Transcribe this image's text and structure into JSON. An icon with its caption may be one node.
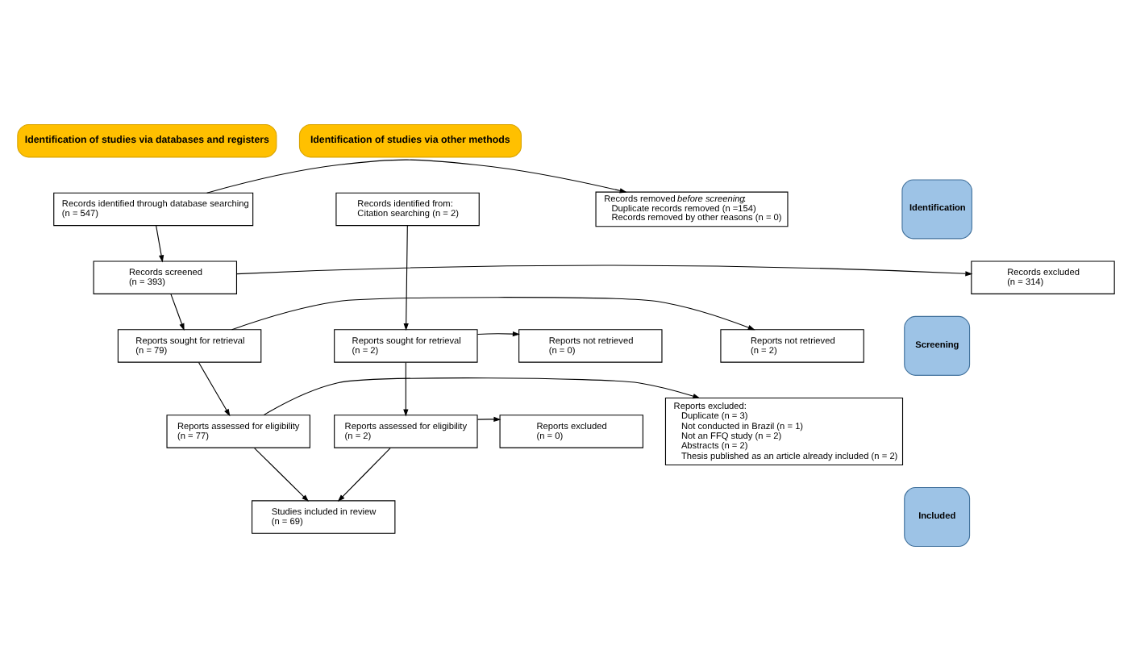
{
  "diagram": {
    "nodes": [
      {
        "text": [
          "Identification of studies via databases and registers"
        ]
      },
      {
        "text": [
          "Identification of studies via other methods"
        ]
      },
      {
        "text": [
          "Identification"
        ]
      },
      {
        "text": [
          "Records identified through database searching",
          "(n = 547)"
        ]
      },
      {
        "text": [
          "Records removed *before screening*:",
          "Duplicate records removed (n =154)",
          "Records removed by other reasons (n = 0)"
        ]
      },
      {
        "text": [
          "Records identified from:",
          "Citation searching (n = 2)"
        ]
      },
      {
        "text": [
          "Screening"
        ]
      },
      {
        "text": [
          "Records screened",
          "(n = 393)"
        ]
      },
      {
        "text": [
          "Records excluded",
          "(n = 314)"
        ]
      },
      {
        "text": [
          "Reports sought for retrieval",
          "(n = 79)"
        ]
      },
      {
        "text": [
          "Reports not retrieved",
          "(n = 2)"
        ]
      },
      {
        "text": [
          "Reports sought for retrieval",
          "(n = 2)"
        ]
      },
      {
        "text": [
          "Reports not retrieved",
          "(n = 0)"
        ]
      },
      {
        "text": [
          "Reports assessed for eligibility",
          "(n = 77)"
        ]
      },
      {
        "text": [
          "Reports excluded:",
          "Duplicate (n = 3)",
          "Not conducted in Brazil (n = 1)",
          "Not an FFQ study (n = 2)",
          "Abstracts (n = 2)",
          "Thesis published as an article already included (n = 2)"
        ]
      },
      {
        "text": [
          "Reports assessed for eligibility",
          "(n = 2)"
        ]
      },
      {
        "text": [
          "Reports excluded",
          "(n = 0)"
        ]
      },
      {
        "text": [
          "Included"
        ]
      },
      {
        "text": [
          "Studies included in review",
          "(n = 69)"
        ]
      }
    ],
    "edges": [
      {
        "from": 3,
        "to": 4,
        "arrow": "to"
      },
      {
        "from": 3,
        "to": 7,
        "arrow": "to"
      },
      {
        "from": 7,
        "to": 8,
        "arrow": "to"
      },
      {
        "from": 7,
        "to": 9,
        "arrow": "to"
      },
      {
        "from": 9,
        "to": 10,
        "arrow": "to"
      },
      {
        "from": 9,
        "to": 13,
        "arrow": "to"
      },
      {
        "from": 13,
        "to": 14,
        "arrow": "to"
      },
      {
        "from": 13,
        "to": 18,
        "arrow": "to"
      },
      {
        "from": 5,
        "to": 11,
        "arrow": "to"
      },
      {
        "from": 11,
        "to": 12,
        "arrow": "to"
      },
      {
        "from": 11,
        "to": 15,
        "arrow": "to"
      },
      {
        "from": 15,
        "to": 16,
        "arrow": "to"
      },
      {
        "from": 15,
        "to": 18,
        "arrow": "to"
      }
    ]
  }
}
